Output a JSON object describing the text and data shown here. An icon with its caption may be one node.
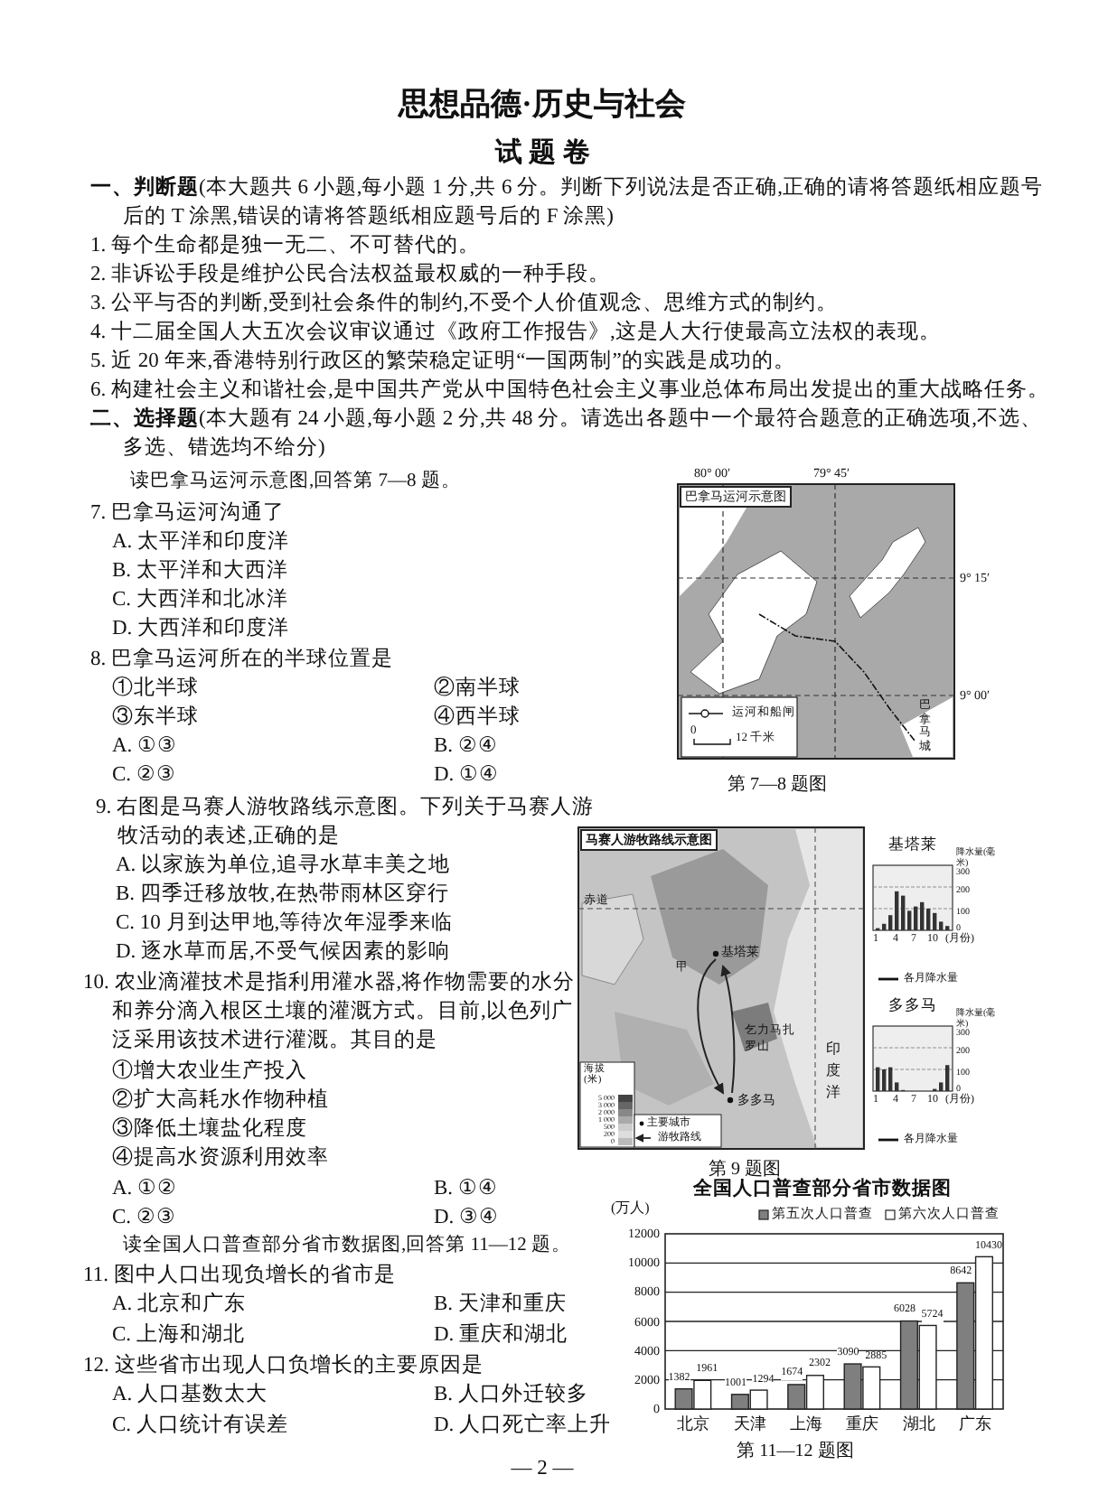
{
  "diagram": {
    "title": "思想品德·历史与社会",
    "labels": [
      "试 题 卷",
      "**一、判断题**(本大题共 6 小题,每小题 1 分,共 6 分。判断下列说法是否正确,正确的请将答题纸相应题号后的 T 涂黑,错误的请将答题纸相应题号后的 F 涂黑)",
      "1. 每个生命都是独一无二、不可替代的。",
      "2. 非诉讼手段是维护公民合法权益最权威的一种手段。",
      "3. 公平与否的判断,受到社会条件的制约,不受个人价值观念、思维方式的制约。",
      "4. 十二届全国人大五次会议审议通过《政府工作报告》,这是人大行使最高立法权的表现。",
      "5. 近 20 年来,香港特别行政区的繁荣稳定证明“一国两制”的实践是成功的。",
      "6. 构建社会主义和谐社会,是中国共产党从中国特色社会主义事业总体布局出发提出的重大战略任务。",
      "**二、选择题**(本大题有 24 小题,每小题 2 分,共 48 分。请选出各题中一个最符合题意的正确选项,不选、多选、错选均不给分)",
      "读巴拿马运河示意图,回答第 7—8 题。",
      "7. 巴拿马运河沟通了",
      "A. 太平洋和印度洋",
      "B. 太平洋和大西洋",
      "C. 大西洋和北冰洋",
      "D. 大西洋和印度洋",
      "8. 巴拿马运河所在的半球位置是",
      "①北半球",
      "②南半球",
      "③东半球",
      "④西半球",
      "A. ①③",
      "B. ②④",
      "C. ②③",
      "D. ①④",
      "9. 右图是马赛人游牧路线示意图。下列关于马赛人游牧活动的表述,正确的是",
      "A. 以家族为单位,追寻水草丰美之地",
      "B. 四季迁移放牧,在热带雨林区穿行",
      "C. 10 月到达甲地,等待次年湿季来临",
      "D. 逐水草而居,不受气候因素的影响",
      "10. 农业滴灌技术是指利用灌水器,将作物需要的水分和养分滴入根区土壤的灌溉方式。目前,以色列广泛采用该技术进行灌溉。其目的是",
      "①增大农业生产投入",
      "②扩大高耗水作物种植",
      "③降低土壤盐化程度",
      "④提高水资源利用效率",
      "A. ①②",
      "B. ①④",
      "C. ②③",
      "D. ③④",
      "读全国人口普查部分省市数据图,回答第 11—12 题。",
      "11. 图中人口出现负增长的省市是",
      "A. 北京和广东",
      "B. 天津和重庆",
      "C. 上海和湖北",
      "D. 重庆和湖北",
      "12. 这些省市出现人口负增长的主要原因是",
      "A. 人口基数太大",
      "B. 人口外迁较多",
      "C. 人口统计有误差",
      "D. 人口死亡率上升",
      "— 2 —",
      "巴拿马运河示意图",
      "80° 00′",
      "79° 45′",
      "9° 15′",
      "9° 00′",
      "运河和船闸",
      "0",
      "12 千米",
      "巴拿马城",
      "第 7—8 题图",
      "马赛人游牧路线示意图",
      "赤道",
      "基塔莱",
      "甲",
      "乞力马扎罗山",
      "多多马",
      "印度洋",
      "海拔(米)",
      "5 000",
      "3 000",
      "2 000",
      "1 000",
      "500",
      "200",
      "0",
      "主要城市",
      "游牧路线",
      "第 9 题图",
      "基塔莱",
      "降水量(毫米)",
      "300",
      "200",
      "100",
      "0",
      "1",
      "4",
      "7",
      "10",
      "(月份)",
      "各月降水量",
      "多多马",
      "降水量(毫米)",
      "300",
      "200",
      "100",
      "0",
      "1",
      "4",
      "7",
      "10",
      "(月份)",
      "各月降水量",
      "第 11—12 题图"
    ],
    "chart_data": {
      "type": "bar",
      "title": "全国人口普查部分省市数据图",
      "ylabel": "(万人)",
      "categories": [
        "北京",
        "天津",
        "上海",
        "重庆",
        "湖北",
        "广东"
      ],
      "series": [
        {
          "name": "第五次人口普查",
          "color": "#7f7f7f",
          "values": [
            1382,
            1001,
            1674,
            3090,
            6028,
            8642
          ]
        },
        {
          "name": "第六次人口普查",
          "color": "#ffffff",
          "values": [
            1961,
            1294,
            2302,
            2885,
            5724,
            10430
          ]
        }
      ],
      "grid": true,
      "legend": "top",
      "ylim": [
        0,
        12000
      ],
      "yticks": [
        0,
        2000,
        4000,
        6000,
        8000,
        10000,
        12000
      ],
      "data_labels": true
    }
  }
}
